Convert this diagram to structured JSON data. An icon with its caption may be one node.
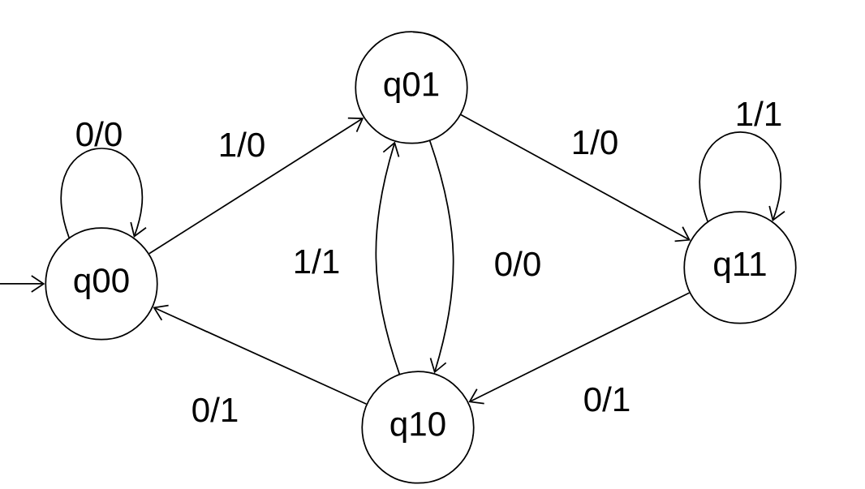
{
  "diagram": {
    "nodes": [
      {
        "text": [
          "q00"
        ]
      },
      {
        "text": [
          "q01"
        ]
      },
      {
        "text": [
          "q11"
        ]
      },
      {
        "text": [
          "q10"
        ]
      }
    ],
    "edges": [
      {
        "from": null,
        "to": 0,
        "arrow": "to"
      },
      {
        "from": 0,
        "to": 0,
        "label": "0/0",
        "arrow": "to"
      },
      {
        "from": 0,
        "to": 1,
        "label": "1/0",
        "arrow": "to"
      },
      {
        "from": 1,
        "to": 2,
        "label": "1/0",
        "arrow": "to"
      },
      {
        "from": 2,
        "to": 2,
        "label": "1/1",
        "arrow": "to"
      },
      {
        "from": 1,
        "to": 3,
        "label": "0/0",
        "arrow": "to"
      },
      {
        "from": 3,
        "to": 1,
        "label": "1/1",
        "arrow": "to"
      },
      {
        "from": 2,
        "to": 3,
        "label": "0/1",
        "arrow": "to"
      },
      {
        "from": 3,
        "to": 0,
        "label": "0/1",
        "arrow": "to"
      }
    ]
  }
}
